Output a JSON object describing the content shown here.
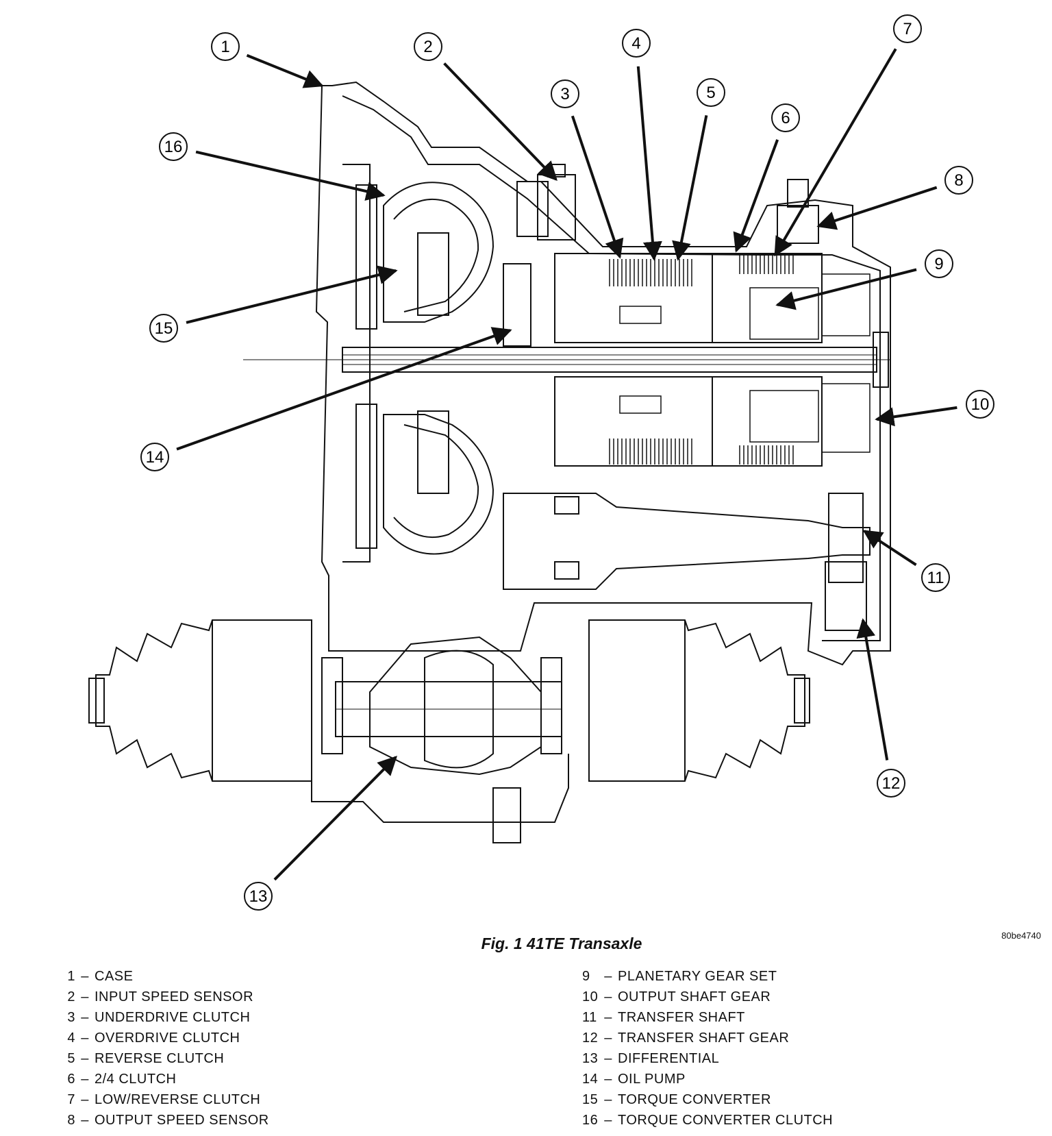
{
  "figure": {
    "title": "Fig. 1 41TE Transaxle",
    "code": "80be4740"
  },
  "legend": [
    {
      "num": "1",
      "label": "CASE"
    },
    {
      "num": "2",
      "label": "INPUT SPEED SENSOR"
    },
    {
      "num": "3",
      "label": "UNDERDRIVE CLUTCH"
    },
    {
      "num": "4",
      "label": "OVERDRIVE CLUTCH"
    },
    {
      "num": "5",
      "label": "REVERSE CLUTCH"
    },
    {
      "num": "6",
      "label": "2/4 CLUTCH"
    },
    {
      "num": "7",
      "label": "LOW/REVERSE CLUTCH"
    },
    {
      "num": "8",
      "label": "OUTPUT SPEED SENSOR"
    },
    {
      "num": "9",
      "label": "PLANETARY GEAR SET"
    },
    {
      "num": "10",
      "label": "OUTPUT SHAFT GEAR"
    },
    {
      "num": "11",
      "label": "TRANSFER SHAFT"
    },
    {
      "num": "12",
      "label": "TRANSFER SHAFT GEAR"
    },
    {
      "num": "13",
      "label": "DIFFERENTIAL"
    },
    {
      "num": "14",
      "label": "OIL PUMP"
    },
    {
      "num": "15",
      "label": "TORQUE CONVERTER"
    },
    {
      "num": "16",
      "label": "TORQUE CONVERTER CLUTCH"
    }
  ],
  "callouts": [
    "1",
    "2",
    "3",
    "4",
    "5",
    "6",
    "7",
    "8",
    "9",
    "10",
    "11",
    "12",
    "13",
    "14",
    "15",
    "16"
  ]
}
